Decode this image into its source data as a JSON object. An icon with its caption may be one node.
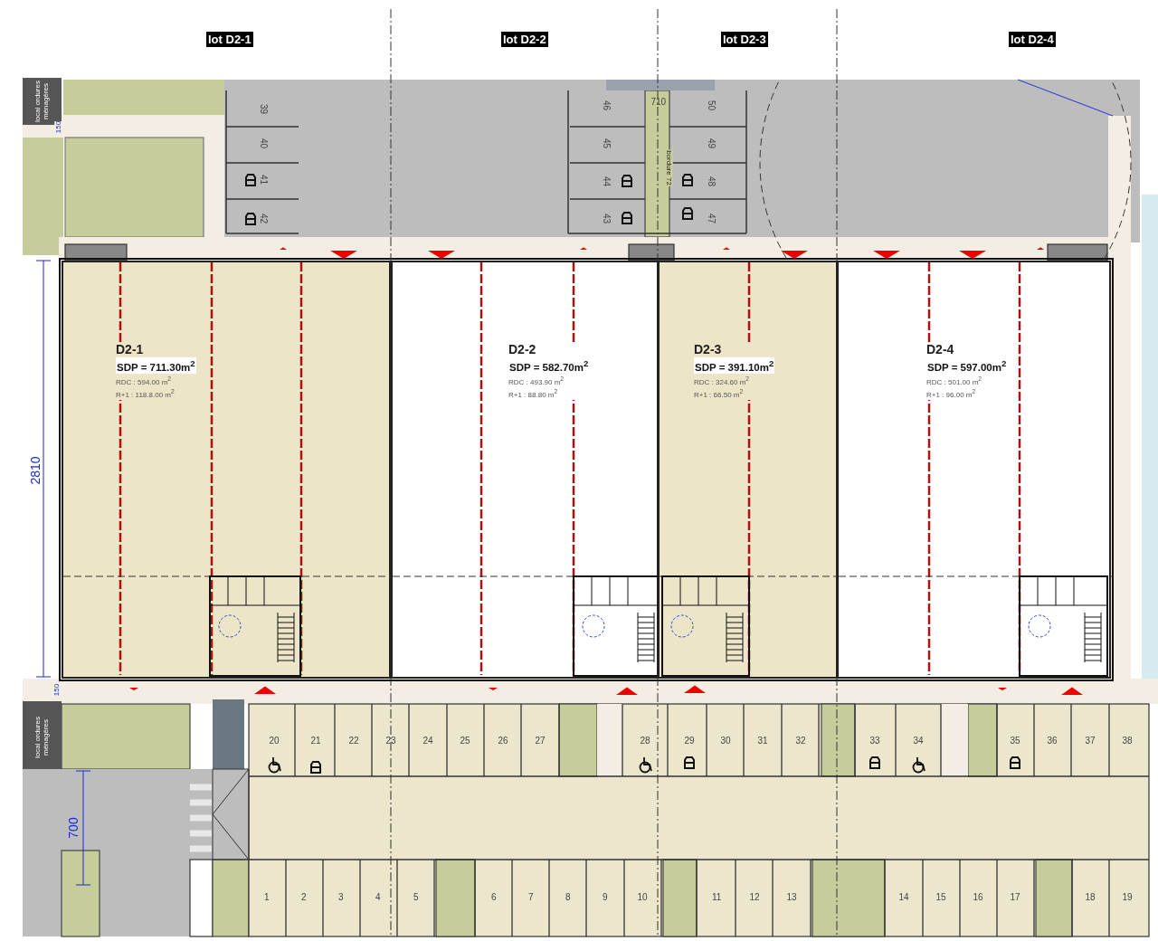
{
  "diagram": {
    "nodes": [
      {
        "text": [
          "D2-1",
          "SDP = 711.30m$^{2}$",
          "RDC : 594.00 m$^{2}$",
          "R+1 : 118.8.00 m$^{2}$"
        ]
      },
      {
        "text": [
          "D2-2",
          "SDP = 582.70m$^{2}$",
          "RDC : 493.90 m$^{2}$",
          "R+1 : 88.80 m$^{2}$"
        ]
      },
      {
        "text": [
          "D2-3",
          "SDP = 391.10m$^{2}$",
          "RDC : 324.60 m$^{2}$",
          "R+1 : 66.50 m$^{2}$"
        ]
      },
      {
        "text": [
          "D2-4",
          "SDP = 597.00m$^{2}$",
          "RDC : 501.00 m$^{2}$",
          "R+1 : 96.00 m$^{2}$"
        ]
      }
    ],
    "labels": [
      "lot D2-1",
      "lot D2-2",
      "lot D2-3",
      "lot D2-4",
      "local ordures ménagères",
      "150",
      "39",
      "40",
      "41",
      "42",
      "710",
      "46",
      "45",
      "44",
      "43",
      "bordure 72",
      "50",
      "49",
      "48",
      "47",
      "2810",
      "150",
      "local ordures ménagères",
      "20",
      "21",
      "22",
      "23",
      "24",
      "25",
      "26",
      "27",
      "28",
      "29",
      "30",
      "31",
      "32",
      "33",
      "34",
      "35",
      "36",
      "37",
      "38",
      "700",
      "1",
      "2",
      "3",
      "4",
      "5",
      "6",
      "7",
      "8",
      "9",
      "10",
      "11",
      "12",
      "13",
      "14",
      "15",
      "16",
      "17",
      "18",
      "19"
    ]
  }
}
